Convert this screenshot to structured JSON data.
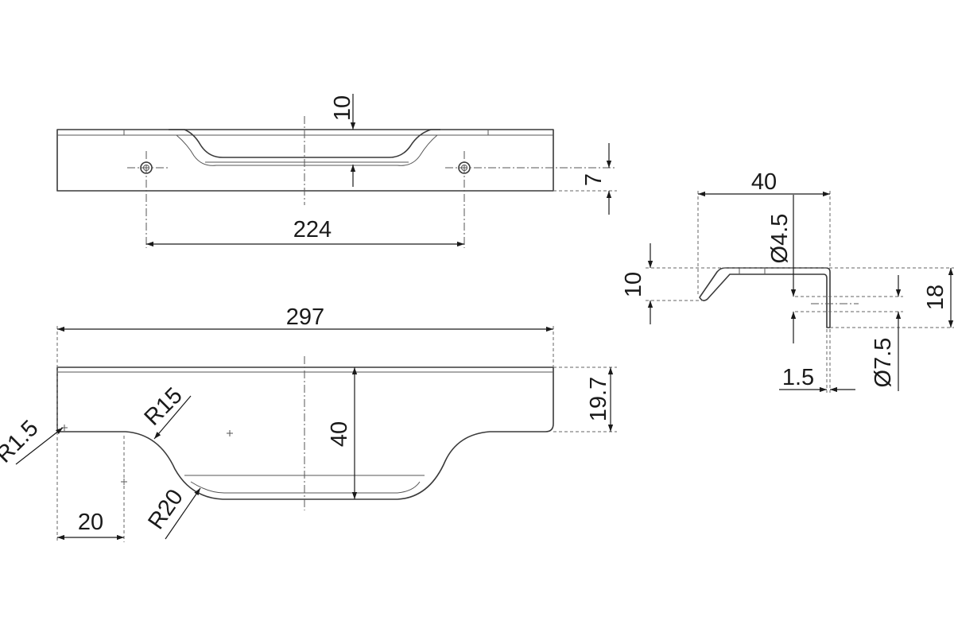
{
  "dimensions": {
    "top_depth": "10",
    "hole_offset": "7",
    "hole_spacing": "224",
    "overall_length": "297",
    "height": "40",
    "flange_height": "19.7",
    "corner_radius": "R1.5",
    "upper_radius": "R15",
    "lower_radius": "R20",
    "side_offset": "20",
    "profile_width": "40",
    "hole_diameter": "Ø4.5",
    "lip_height": "10",
    "profile_height": "18",
    "counterbore_diameter": "Ø7.5",
    "wall_thickness": "1.5"
  }
}
